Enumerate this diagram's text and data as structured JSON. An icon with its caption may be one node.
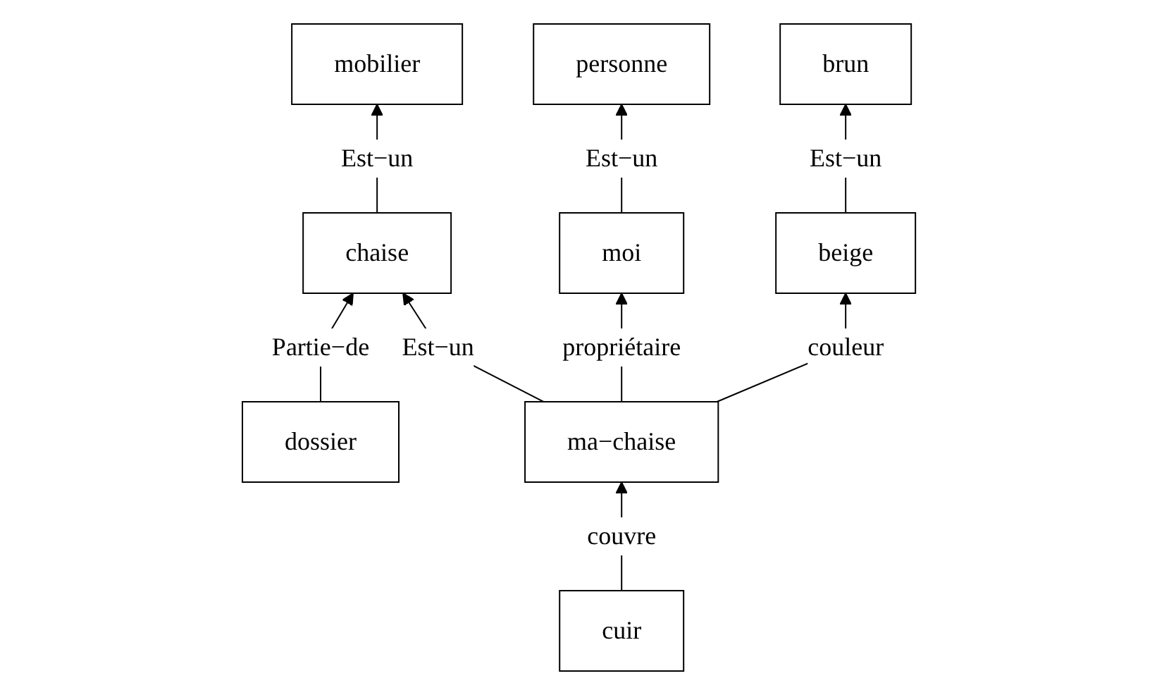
{
  "diagram": {
    "nodes": [
      {
        "text": [
          "mobilier"
        ]
      },
      {
        "text": [
          "personne"
        ]
      },
      {
        "text": [
          "chaise"
        ]
      },
      {
        "text": [
          "dossier"
        ]
      },
      {
        "text": [
          "moi"
        ]
      },
      {
        "text": [
          "ma−chaise"
        ]
      },
      {
        "text": [
          "beige"
        ]
      },
      {
        "text": [
          "cuir"
        ]
      },
      {
        "text": [
          "brun"
        ]
      }
    ],
    "edges": [
      {
        "from": 2,
        "to": 0,
        "arrow": "to",
        "label": "Est−un"
      },
      {
        "from": 4,
        "to": 1,
        "arrow": "to",
        "label": "Est−un"
      },
      {
        "from": 3,
        "to": 2,
        "arrow": "to",
        "label": "Partie−de"
      },
      {
        "from": 5,
        "to": 2,
        "arrow": "to",
        "label": "Est−un"
      },
      {
        "from": 5,
        "to": 4,
        "arrow": "to",
        "label": "propriétaire"
      },
      {
        "from": 5,
        "to": 6,
        "arrow": "to",
        "label": "couleur"
      },
      {
        "from": 6,
        "to": 8,
        "arrow": "to",
        "label": "Est−un"
      },
      {
        "from": 7,
        "to": 5,
        "arrow": "to",
        "label": "couvre"
      }
    ]
  }
}
